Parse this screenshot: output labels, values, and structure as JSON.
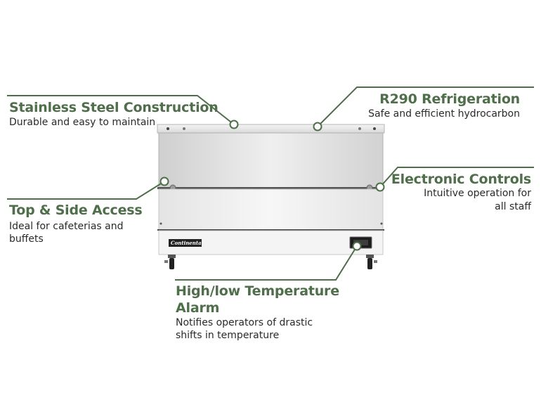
{
  "colors": {
    "accent_green": "#4f6e4a",
    "text_dark": "#2a2a2a",
    "steel_light": "#ececec",
    "steel_dark": "#bdbdbd"
  },
  "product": {
    "brand_logo": "Continental"
  },
  "callouts": {
    "stainless": {
      "title": "Stainless Steel Construction",
      "description": "Durable and easy to maintain"
    },
    "refrigeration": {
      "title": "R290 Refrigeration",
      "description": "Safe and efficient hydrocarbon"
    },
    "controls": {
      "title": "Electronic Controls",
      "description_line1": "Intuitive operation for",
      "description_line2": "all staff"
    },
    "access": {
      "title": "Top & Side Access",
      "description_line1": "Ideal for cafeterias and",
      "description_line2": "buffets"
    },
    "alarm": {
      "title_line1": "High/low Temperature",
      "title_line2": "Alarm",
      "description_line1": "Notifies operators of drastic",
      "description_line2": "shifts in temperature"
    }
  }
}
